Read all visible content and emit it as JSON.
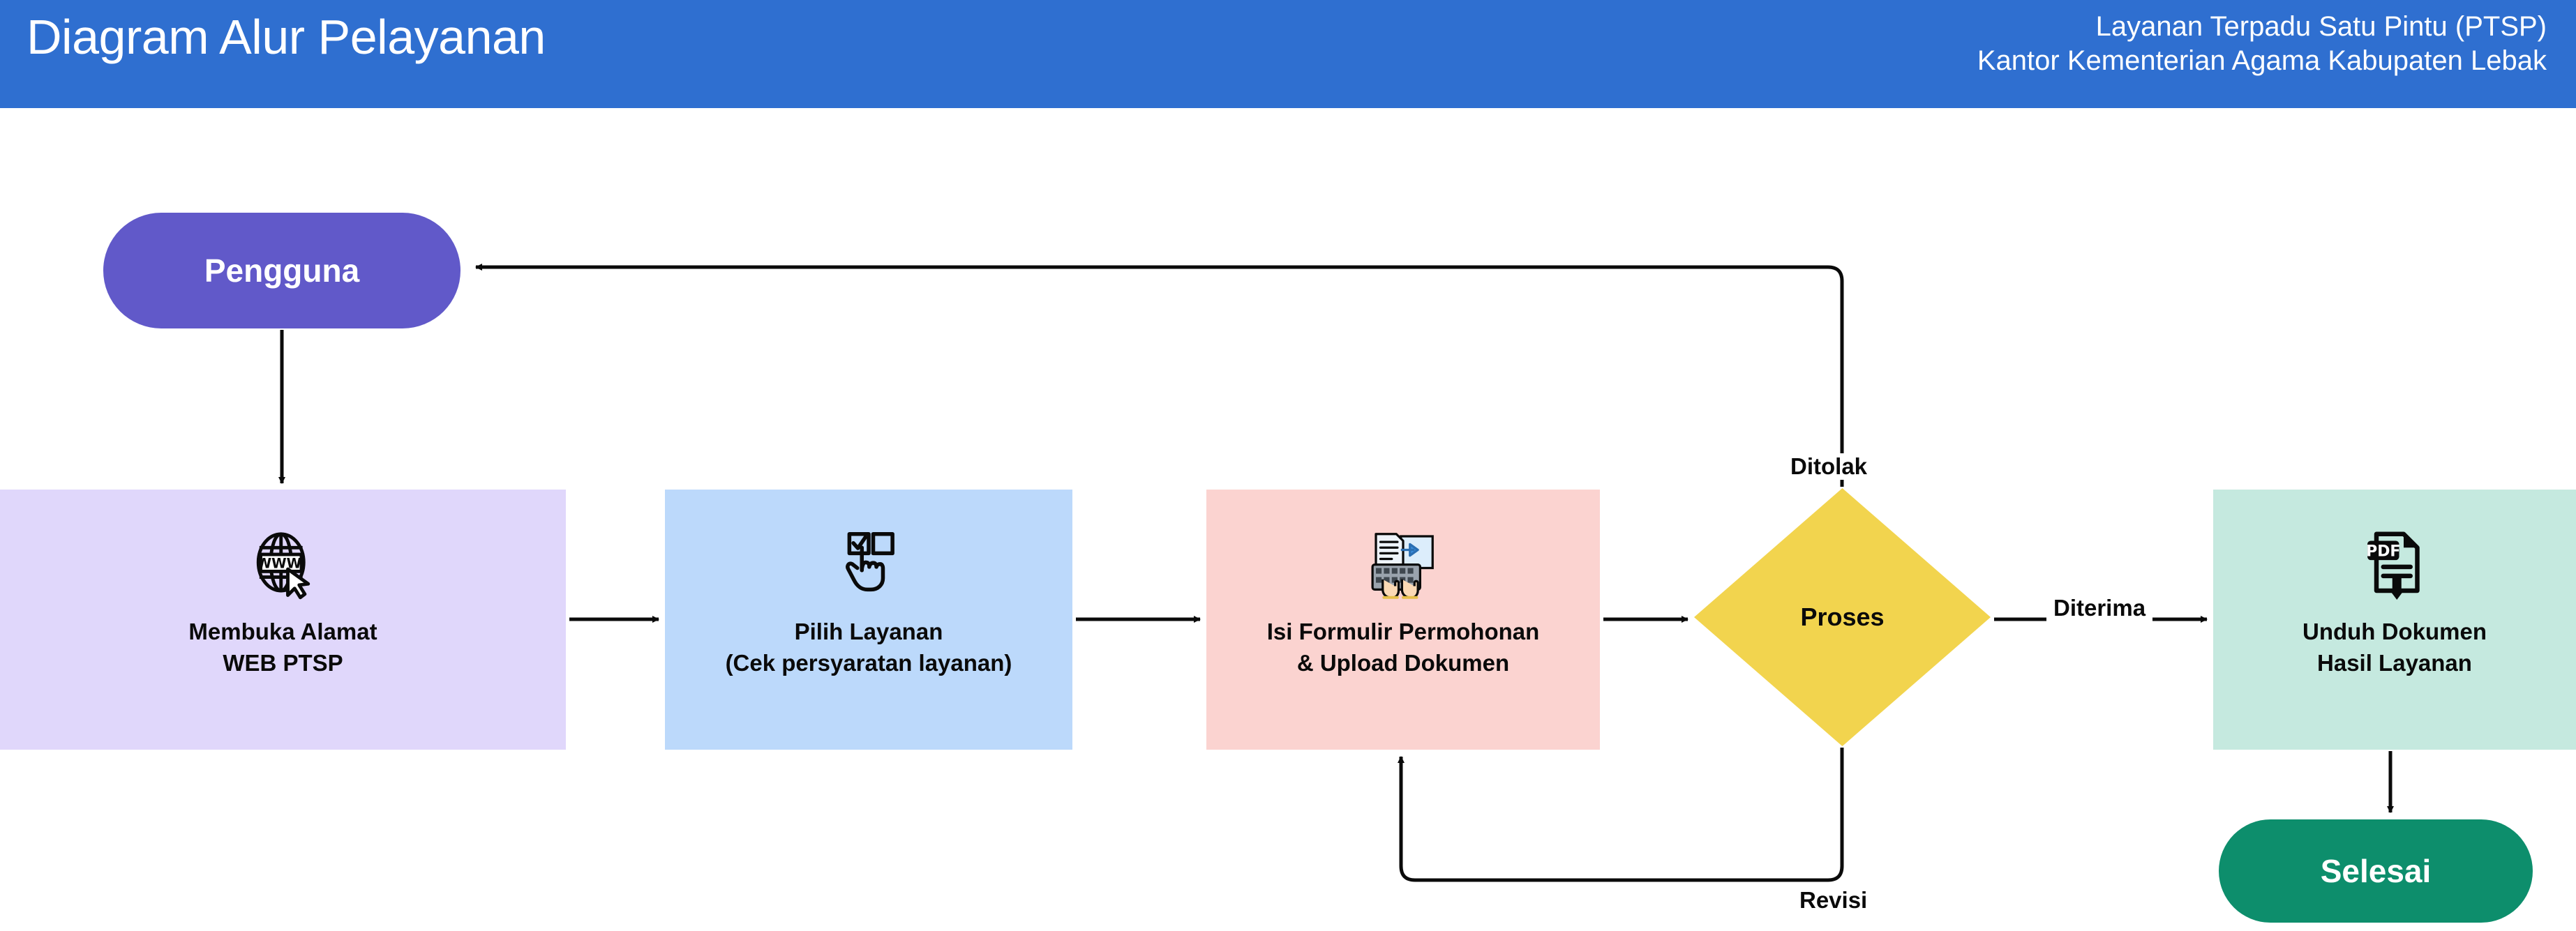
{
  "header": {
    "title": "Diagram Alur Pelayanan",
    "subtitle_line1": "Layanan Terpadu Satu Pintu (PTSP)",
    "subtitle_line2": "Kantor Kementerian Agama Kabupaten Lebak",
    "bg_color": "#2f6fd0",
    "text_color": "#ffffff"
  },
  "diagram": {
    "type": "flowchart",
    "nodes": [
      {
        "id": "pengguna",
        "label": "Pengguna",
        "shape": "rounded-pill",
        "color": "#6159c9",
        "text_color": "#ffffff",
        "icon": ""
      },
      {
        "id": "web",
        "label_line1": "Membuka Alamat",
        "label_line2": "WEB PTSP",
        "shape": "rectangle",
        "color": "#e0d7fb",
        "text_color": "#0a0a0a",
        "icon": "globe-www-cursor-icon"
      },
      {
        "id": "pilih",
        "label_line1": "Pilih Layanan",
        "label_line2": "(Cek persyaratan layanan)",
        "shape": "rectangle",
        "color": "#bcd9fb",
        "text_color": "#0a0a0a",
        "icon": "hand-click-checkbox-icon"
      },
      {
        "id": "form",
        "label_line1": "Isi Formulir Permohonan",
        "label_line2": "& Upload Dokumen",
        "shape": "rectangle",
        "color": "#fbd3d0",
        "text_color": "#0a0a0a",
        "icon": "keyboard-upload-document-icon"
      },
      {
        "id": "proses",
        "label": "Proses",
        "shape": "diamond",
        "color": "#f2d44e",
        "text_color": "#0a0a0a",
        "icon": ""
      },
      {
        "id": "unduh",
        "label_line1": "Unduh Dokumen",
        "label_line2": "Hasil Layanan",
        "shape": "rectangle",
        "color": "#c5e9df",
        "text_color": "#0a0a0a",
        "icon": "pdf-download-icon"
      },
      {
        "id": "selesai",
        "label": "Selesai",
        "shape": "rounded-pill",
        "color": "#0d8e6c",
        "text_color": "#ffffff",
        "icon": ""
      }
    ],
    "edges": [
      {
        "from": "pengguna",
        "to": "web",
        "label": ""
      },
      {
        "from": "web",
        "to": "pilih",
        "label": ""
      },
      {
        "from": "pilih",
        "to": "form",
        "label": ""
      },
      {
        "from": "form",
        "to": "proses",
        "label": ""
      },
      {
        "from": "proses",
        "to": "unduh",
        "label": "Diterima"
      },
      {
        "from": "proses",
        "to": "pengguna",
        "label": "Ditolak"
      },
      {
        "from": "proses",
        "to": "form",
        "label": "Revisi"
      },
      {
        "from": "unduh",
        "to": "selesai",
        "label": ""
      }
    ],
    "edge_color": "#0a0a0a",
    "background": "#ffffff"
  }
}
